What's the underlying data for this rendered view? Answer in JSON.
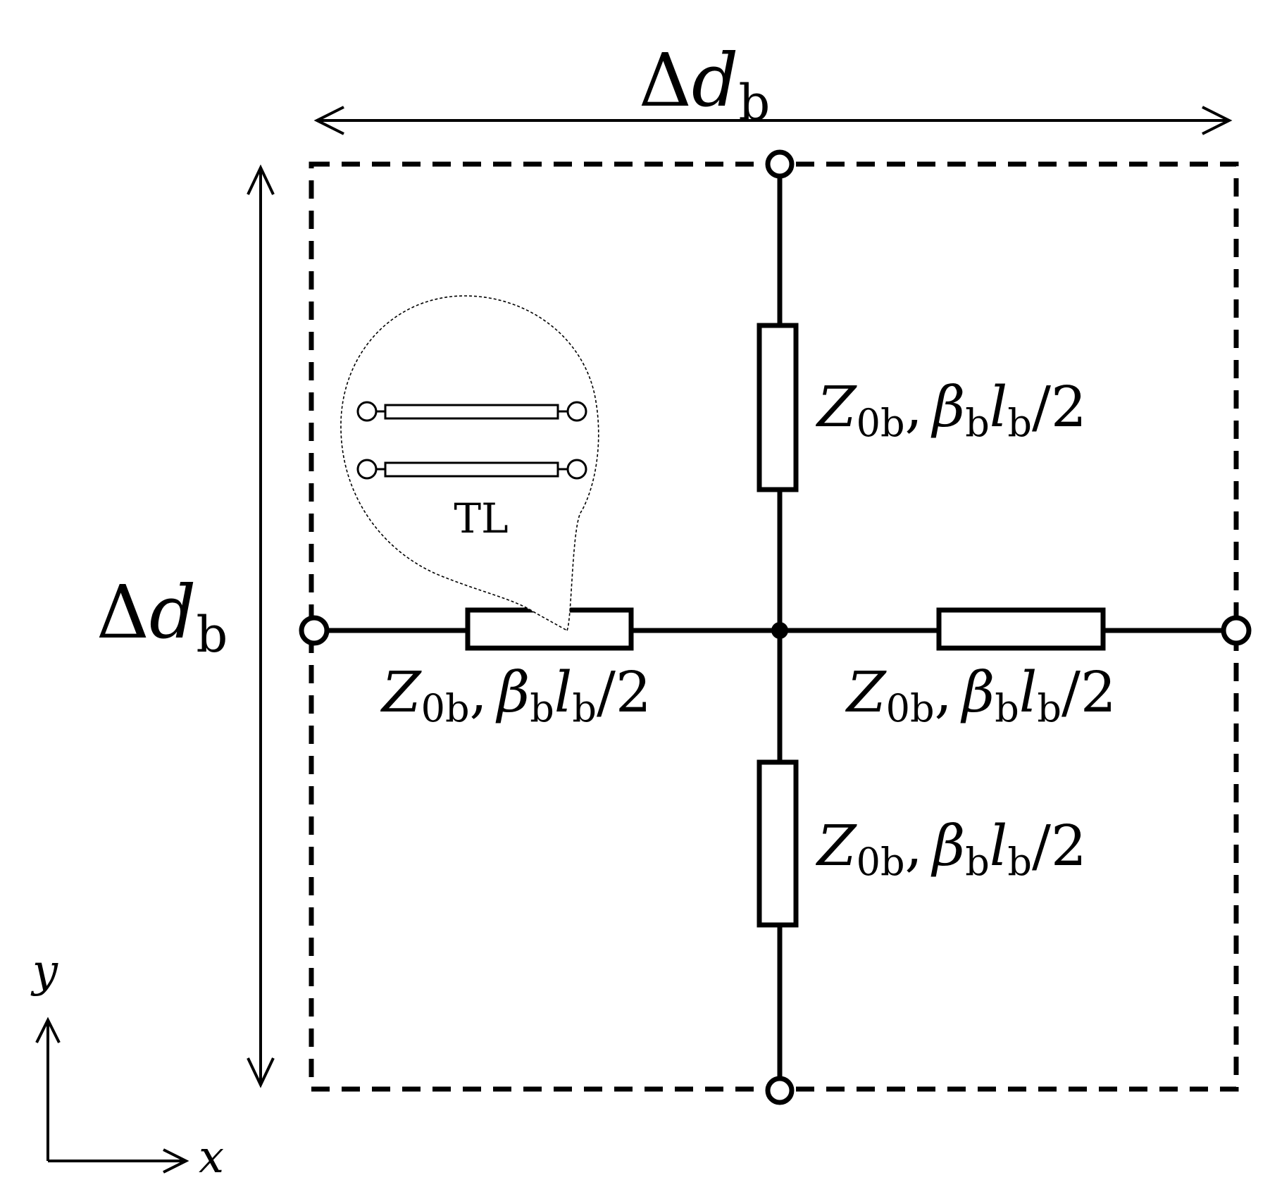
{
  "dimensions": {
    "symbol": "Δ",
    "variable": "d",
    "subscript": "b"
  },
  "branch_label": {
    "impedance_symbol": "Z",
    "impedance_subscript": "0b",
    "separator": ",",
    "phase_symbol": "β",
    "phase_subscript": "b",
    "length_symbol": "l",
    "length_subscript": "b",
    "fraction": "/2"
  },
  "inset": {
    "label": "TL"
  },
  "axes": {
    "x_label": "x",
    "y_label": "y"
  },
  "colors": {
    "stroke": "#000000",
    "background": "#ffffff"
  }
}
